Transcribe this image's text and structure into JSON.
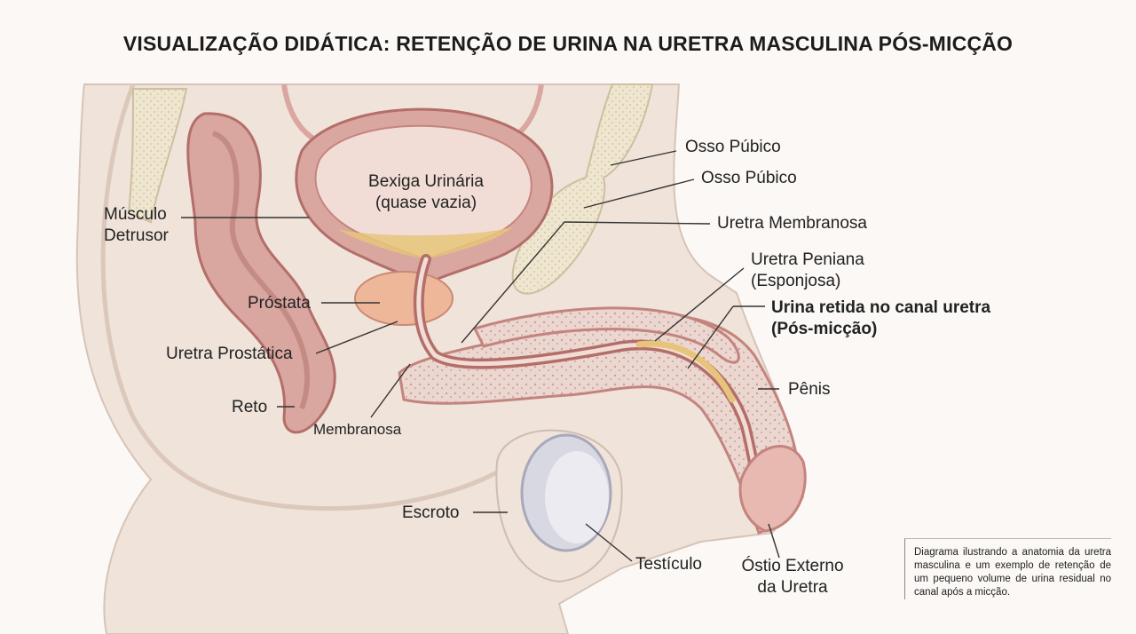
{
  "title": "VISUALIZAÇÃO DIDÁTICA: RETENÇÃO DE URINA NA URETRA MASCULINA PÓS-MICÇÃO",
  "labels": {
    "osso_pubico_1": "Osso Púbico",
    "osso_pubico_2": "Osso Púbico",
    "bexiga_line1": "Bexiga Urinária",
    "bexiga_line2": "(quase vazia)",
    "musculo_line1": "Músculo",
    "musculo_line2": "Detrusor",
    "uretra_membranosa": "Uretra Membranosa",
    "uretra_peniana_line1": "Uretra Peniana",
    "uretra_peniana_line2": "(Esponjosa)",
    "urina_line1": "Urina retida no canal uretra",
    "urina_line2": "(Pós-micção)",
    "prostata": "Próstata",
    "uretra_prostatica": "Uretra Prostática",
    "penis": "Pênis",
    "reto": "Reto",
    "membranosa": "Membranosa",
    "escroto": "Escroto",
    "testiculo": "Testículo",
    "ostio_line1": "Óstio Externo",
    "ostio_line2": "da Uretra"
  },
  "caption": "Diagrama ilustrando a anatomia da uretra masculina e um exemplo de retenção de um pequeno volume de urina residual no canal após a micção.",
  "colors": {
    "skin": "#efe3da",
    "tissue": "#d9a7a0",
    "tissue_dark": "#b46e69",
    "urine": "#e6c57a",
    "bone": "#efe6cf",
    "prostate": "#eeb79a",
    "testis": "#d8d8e2"
  }
}
